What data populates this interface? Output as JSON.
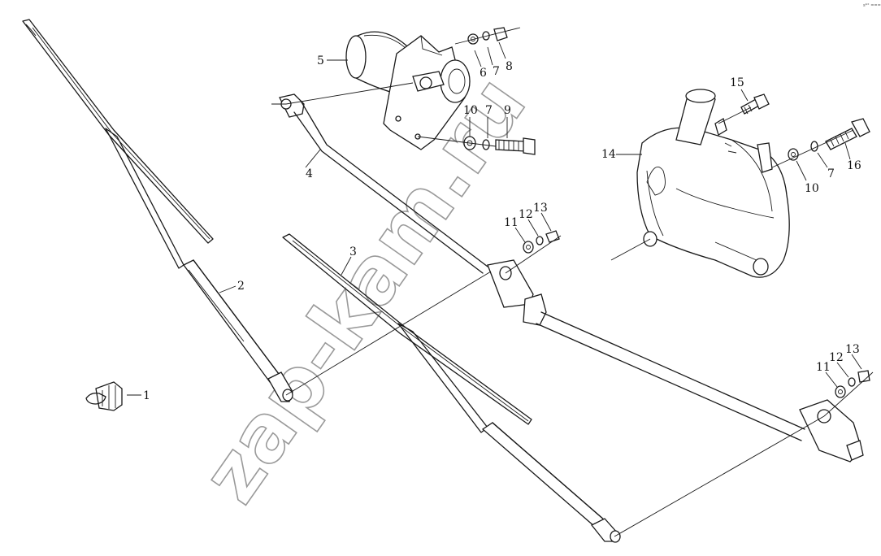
{
  "watermark": "zap-kam.ru",
  "corner_mark": "s*° ===",
  "callouts": [
    {
      "id": "c1",
      "label": "1"
    },
    {
      "id": "c2",
      "label": "2"
    },
    {
      "id": "c3",
      "label": "3"
    },
    {
      "id": "c4",
      "label": "4"
    },
    {
      "id": "c5",
      "label": "5"
    },
    {
      "id": "c6",
      "label": "6"
    },
    {
      "id": "c7a",
      "label": "7"
    },
    {
      "id": "c8",
      "label": "8"
    },
    {
      "id": "c10a",
      "label": "10"
    },
    {
      "id": "c7b",
      "label": "7"
    },
    {
      "id": "c9",
      "label": "9"
    },
    {
      "id": "c15",
      "label": "15"
    },
    {
      "id": "c14",
      "label": "14"
    },
    {
      "id": "c10b",
      "label": "10"
    },
    {
      "id": "c7c",
      "label": "7"
    },
    {
      "id": "c16",
      "label": "16"
    },
    {
      "id": "c11a",
      "label": "11"
    },
    {
      "id": "c12a",
      "label": "12"
    },
    {
      "id": "c13a",
      "label": "13"
    },
    {
      "id": "c11b",
      "label": "11"
    },
    {
      "id": "c12b",
      "label": "12"
    },
    {
      "id": "c13b",
      "label": "13"
    }
  ]
}
